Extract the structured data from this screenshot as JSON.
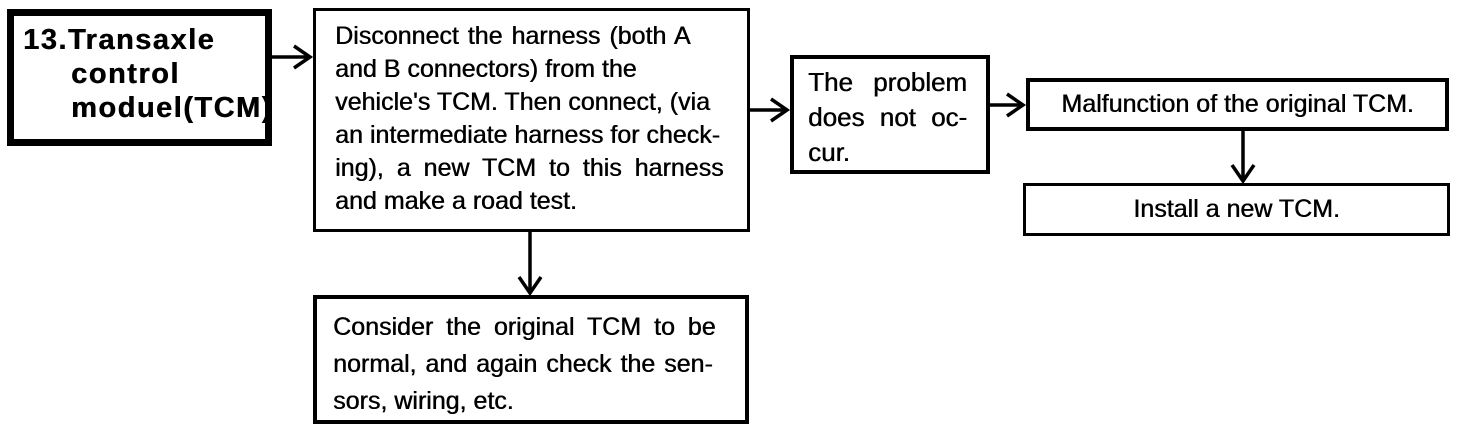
{
  "diagram": {
    "type": "flowchart",
    "colors": {
      "ink": "#000000",
      "paper": "#ffffff"
    },
    "boxes": {
      "step": {
        "text": "13.Transaxle\ncontrol\nmoduel(TCM)"
      },
      "procedure": {
        "text": "Disconnect the harness (both A\nand B connectors) from the\nvehicle's TCM. Then connect, (via\nan intermediate harness for check-\ning), a new TCM to this harness\nand make a road test."
      },
      "problem": {
        "text": "The problem\ndoes not oc-\ncur."
      },
      "diagnosis": {
        "text": "Malfunction of the original TCM."
      },
      "action": {
        "text": "Install a new TCM."
      },
      "alternative": {
        "text": "Consider the original TCM to be\nnormal, and again check the sen-\nsors, wiring, etc."
      }
    },
    "arrows": {
      "step_to_procedure": "right",
      "procedure_to_problem": "right",
      "problem_to_diagnosis": "right",
      "diagnosis_to_action": "down",
      "procedure_to_alternative": "down"
    }
  }
}
